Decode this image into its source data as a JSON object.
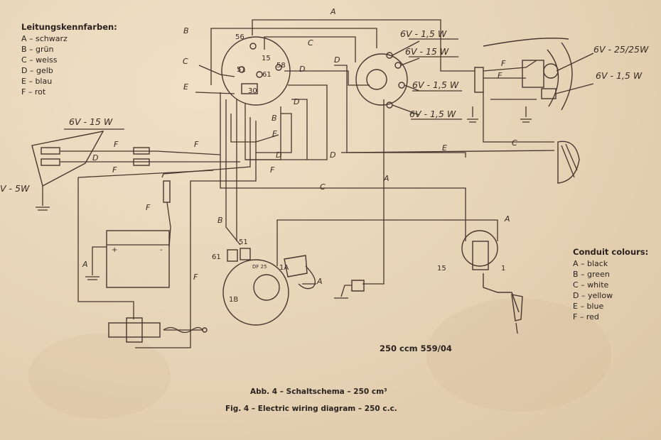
{
  "legend_de": {
    "title": "Leitungskennfarben:",
    "items": [
      "A – schwarz",
      "B – grün",
      "C – weiss",
      "D – gelb",
      "E – blau",
      "F – rot"
    ]
  },
  "legend_en": {
    "title": "Conduit colours:",
    "items": [
      "A – black",
      "B – green",
      "C – white",
      "D – yellow",
      "E – blue",
      "F – red"
    ]
  },
  "model_code": "250 ccm 559/04",
  "caption_de": "Abb. 4 – Schaltschema – 250 cm³",
  "caption_en": "Fig.  4 – Electric wiring diagram – 250 c.c.",
  "ratings": {
    "rear_lamp": "6V - 15 W",
    "rear_lamp_small": "V - 5W",
    "speedo_1": "6V - 1,5 W",
    "speedo_2": "6V - 15 W",
    "speedo_3": "6V - 1,5 W",
    "speedo_4": "6V - 1,5 W",
    "headlamp_main": "6V - 25/25W",
    "headlamp_pilot": "6V - 1,5 W"
  },
  "terminals": {
    "switch_56": "56",
    "switch_15": "15",
    "switch_51": "51",
    "switch_61": "61",
    "switch_58": "58",
    "switch_30": "30",
    "gen_51": "51",
    "gen_61": "61",
    "gen_1a": "1A",
    "gen_1b": "1B",
    "gen_dfc": "DF 25",
    "coil_15": "15",
    "coil_1": "1",
    "batt_plus": "+",
    "batt_minus": "-"
  },
  "wire_labels": {
    "a_top": "A",
    "b_top": "B",
    "c_left": "C",
    "e_left": "E",
    "c_top": "C",
    "d_speedo": "D",
    "d_switch1": "D",
    "d_switch2": "D",
    "b_mid": "B",
    "e_mid": "E",
    "d_mid": "D",
    "f_mid1": "F",
    "f_mid2": "F",
    "d_long": "D",
    "e_long": "E",
    "c_head": "C",
    "f_head1": "F",
    "f_head2": "F",
    "c_under": "C",
    "a_right": "A",
    "a_coil": "A",
    "a_gen": "A",
    "f_tail1": "F",
    "d_tail": "D",
    "f_tail2": "F",
    "f_horn": "F",
    "b_low": "B",
    "a_batt": "A",
    "f_low": "F"
  },
  "colors": {
    "paper": "#e9d8bd",
    "ink": "#4a3530"
  }
}
